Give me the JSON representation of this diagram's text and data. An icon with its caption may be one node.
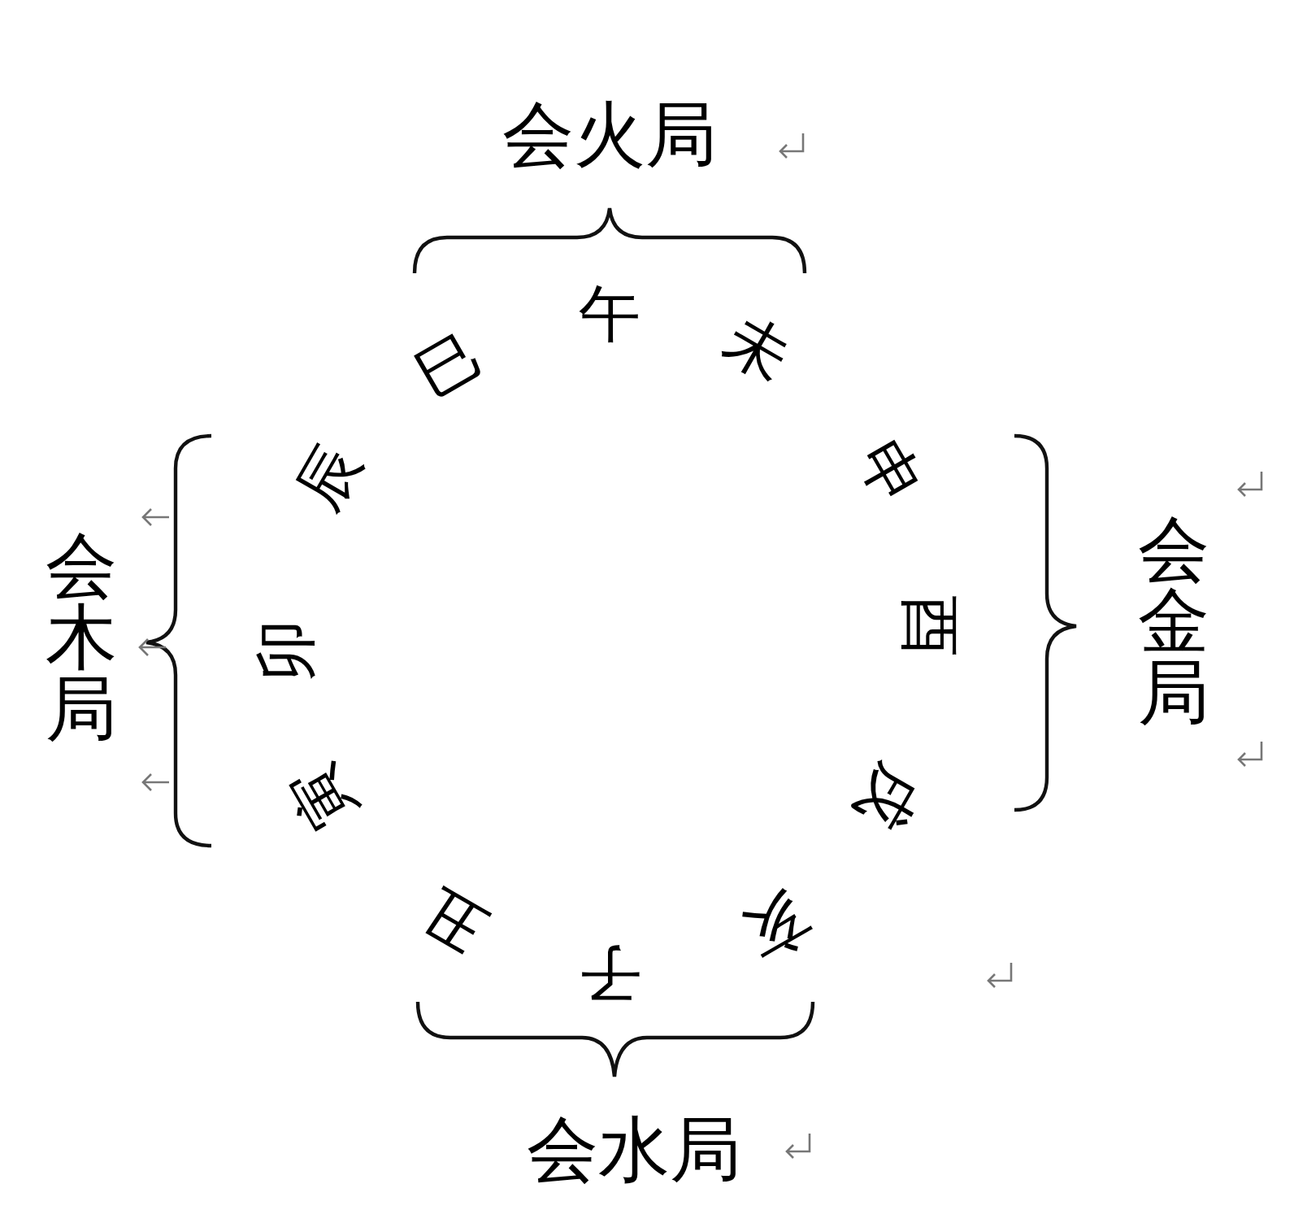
{
  "diagram": {
    "labels": [
      "会火局",
      "巳",
      "午",
      "未",
      "会木局",
      "辰",
      "申",
      "会金局",
      "卯",
      "酉",
      "寅",
      "戌",
      "丑",
      "子",
      "亥",
      "会水局"
    ]
  }
}
